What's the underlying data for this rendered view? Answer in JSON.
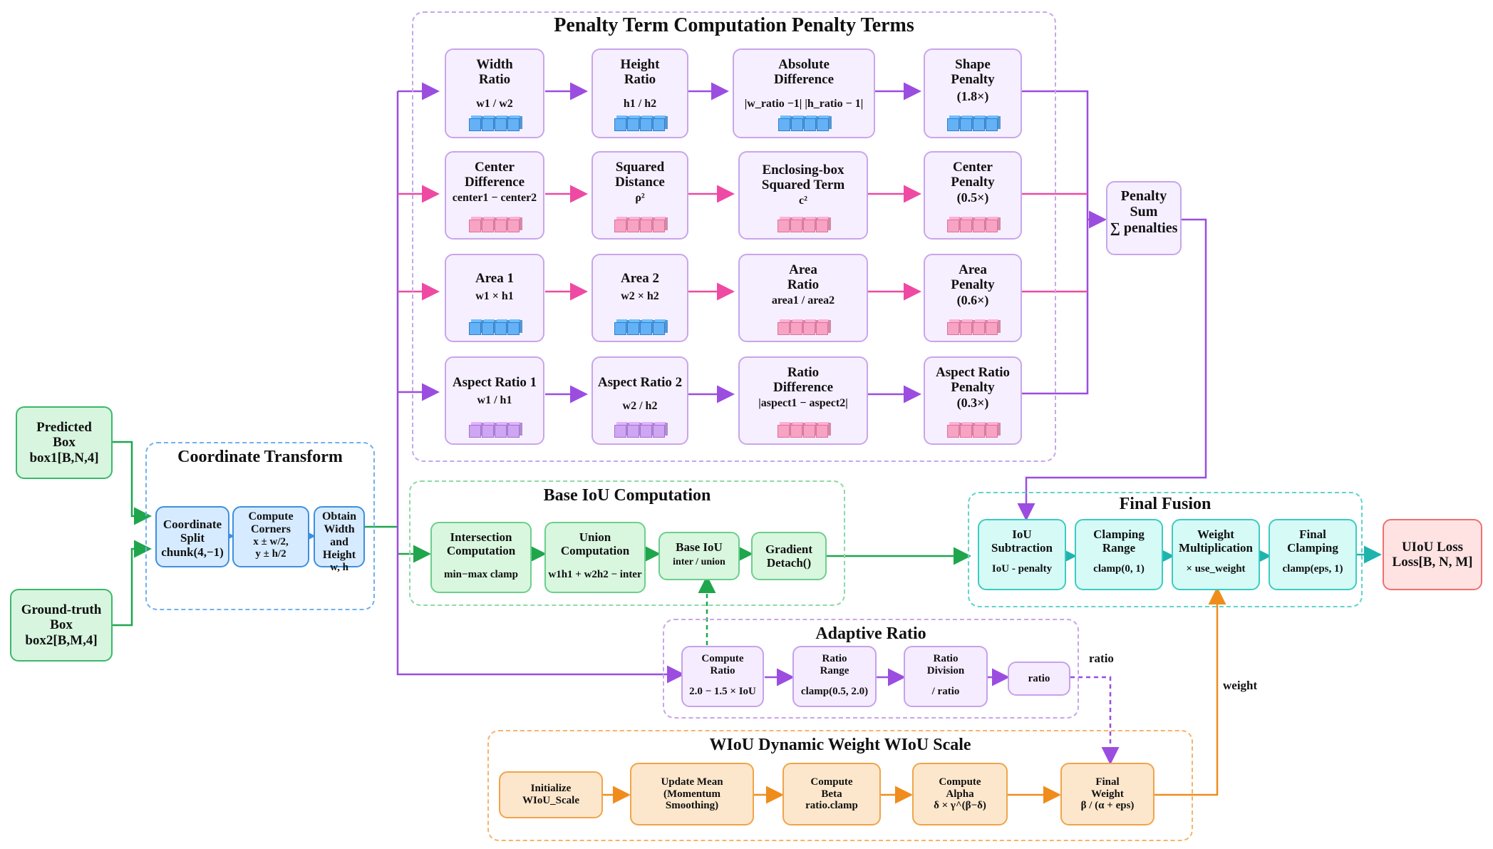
{
  "groups": {
    "penalty": {
      "title": "Penalty Term Computation Penalty Terms"
    },
    "coord": {
      "title": "Coordinate Transform"
    },
    "base": {
      "title": "Base IoU Computation"
    },
    "fusion": {
      "title": "Final Fusion"
    },
    "adaptive": {
      "title": "Adaptive Ratio"
    },
    "wiou": {
      "title": "WIoU Dynamic Weight WIoU Scale"
    }
  },
  "inputs": {
    "predicted": "Predicted\nBox\nbox1[B,N,4]",
    "ground_truth": "Ground-truth\nBox\nbox2[B,M,4]"
  },
  "coord_nodes": {
    "split": "Coordinate\nSplit\nchunk(4,−1)",
    "corners_title": "Compute\nCorners",
    "corners_sub": "x ± w/2,\ny ± h/2",
    "wh_title": "Obtain\nWidth and\nHeight",
    "wh_sub": "w, h"
  },
  "penalty_nodes": {
    "width_ratio": {
      "title": "Width\nRatio",
      "sub": "w1 / w2"
    },
    "height_ratio": {
      "title": "Height\nRatio",
      "sub": "h1 / h2"
    },
    "abs_diff": {
      "title": "Absolute\nDifference",
      "sub": "|w_ratio −1| |h_ratio − 1|"
    },
    "shape_penalty": {
      "title": "Shape\nPenalty",
      "sub": "(1.8×)"
    },
    "center_diff": {
      "title": "Center\nDifference",
      "sub": "center1 − center2"
    },
    "sq_distance": {
      "title": "Squared\nDistance",
      "sub": "ρ²"
    },
    "enclosing": {
      "title": "Enclosing-box\nSquared Term",
      "sub": "c²"
    },
    "center_penalty": {
      "title": "Center\nPenalty",
      "sub": "(0.5×)"
    },
    "area1": {
      "title": "Area 1",
      "sub": "w1 × h1"
    },
    "area2": {
      "title": "Area 2",
      "sub": "w2 × h2"
    },
    "area_ratio": {
      "title": "Area\nRatio",
      "sub": "area1 / area2"
    },
    "area_penalty": {
      "title": "Area\nPenalty",
      "sub": "(0.6×)"
    },
    "aspect1": {
      "title": "Aspect Ratio 1",
      "sub": "w1 / h1"
    },
    "aspect2": {
      "title": "Aspect Ratio 2",
      "sub": "w2 / h2"
    },
    "ratio_diff": {
      "title": "Ratio\nDifference",
      "sub": "|aspect1 − aspect2|"
    },
    "aspect_penalty": {
      "title": "Aspect Ratio\nPenalty",
      "sub": "(0.3×)"
    }
  },
  "penalty_sum": {
    "title": "Penalty\nSum",
    "sub": "∑ penalties"
  },
  "base_nodes": {
    "intersection": {
      "title": "Intersection\nComputation",
      "sub": "min−max clamp"
    },
    "union": {
      "title": "Union\nComputation",
      "sub": "w1h1 + w2h2 − inter"
    },
    "base_iou": {
      "title": "Base IoU",
      "sub": "inter / union"
    },
    "detach": {
      "title": "Gradient\nDetach()"
    }
  },
  "fusion_nodes": {
    "iou_sub": {
      "title": "IoU\nSubtraction",
      "sub": "IoU - penalty"
    },
    "clamp_range": {
      "title": "Clamping\nRange",
      "sub": "clamp(0, 1)"
    },
    "weight_mult": {
      "title": "Weight\nMultiplication",
      "sub": "× use_weight"
    },
    "final_clamp": {
      "title": "Final\nClamping",
      "sub": "clamp(eps, 1)"
    }
  },
  "output": "UIoU Loss\nLoss[B, N, M]",
  "adaptive_nodes": {
    "compute_ratio": {
      "title": "Compute\nRatio",
      "sub": "2.0 − 1.5 × IoU"
    },
    "ratio_range": {
      "title": "Ratio\nRange",
      "sub": "clamp(0.5, 2.0)"
    },
    "ratio_division": {
      "title": "Ratio\nDivision",
      "sub": "/ ratio"
    },
    "ratio": {
      "title": "ratio"
    }
  },
  "wiou_nodes": {
    "init": "Initialize\nWIoU_Scale",
    "update_mean": "Update Mean\n(Momentum\nSmoothing)",
    "beta": "Compute\nBeta\nratio.clamp",
    "alpha_title": "Compute\nAlpha",
    "alpha_sub": "δ × γ^(β−δ)",
    "final_weight": "Final\nWeight\nβ / (α + eps)"
  },
  "wire_labels": {
    "ratio": "ratio",
    "weight": "weight"
  },
  "colors": {
    "shape_row": "#9b4de0",
    "pink_row": "#ee4aa4",
    "green_flow": "#1fa64c",
    "purple_flow": "#9b4de0",
    "orange_flow": "#f08c1c",
    "teal_flow": "#1fb3ad",
    "blue_cube": "#64b1f5",
    "pink_cube": "#f7a3c4",
    "violet_cube": "#cfa6f2"
  }
}
